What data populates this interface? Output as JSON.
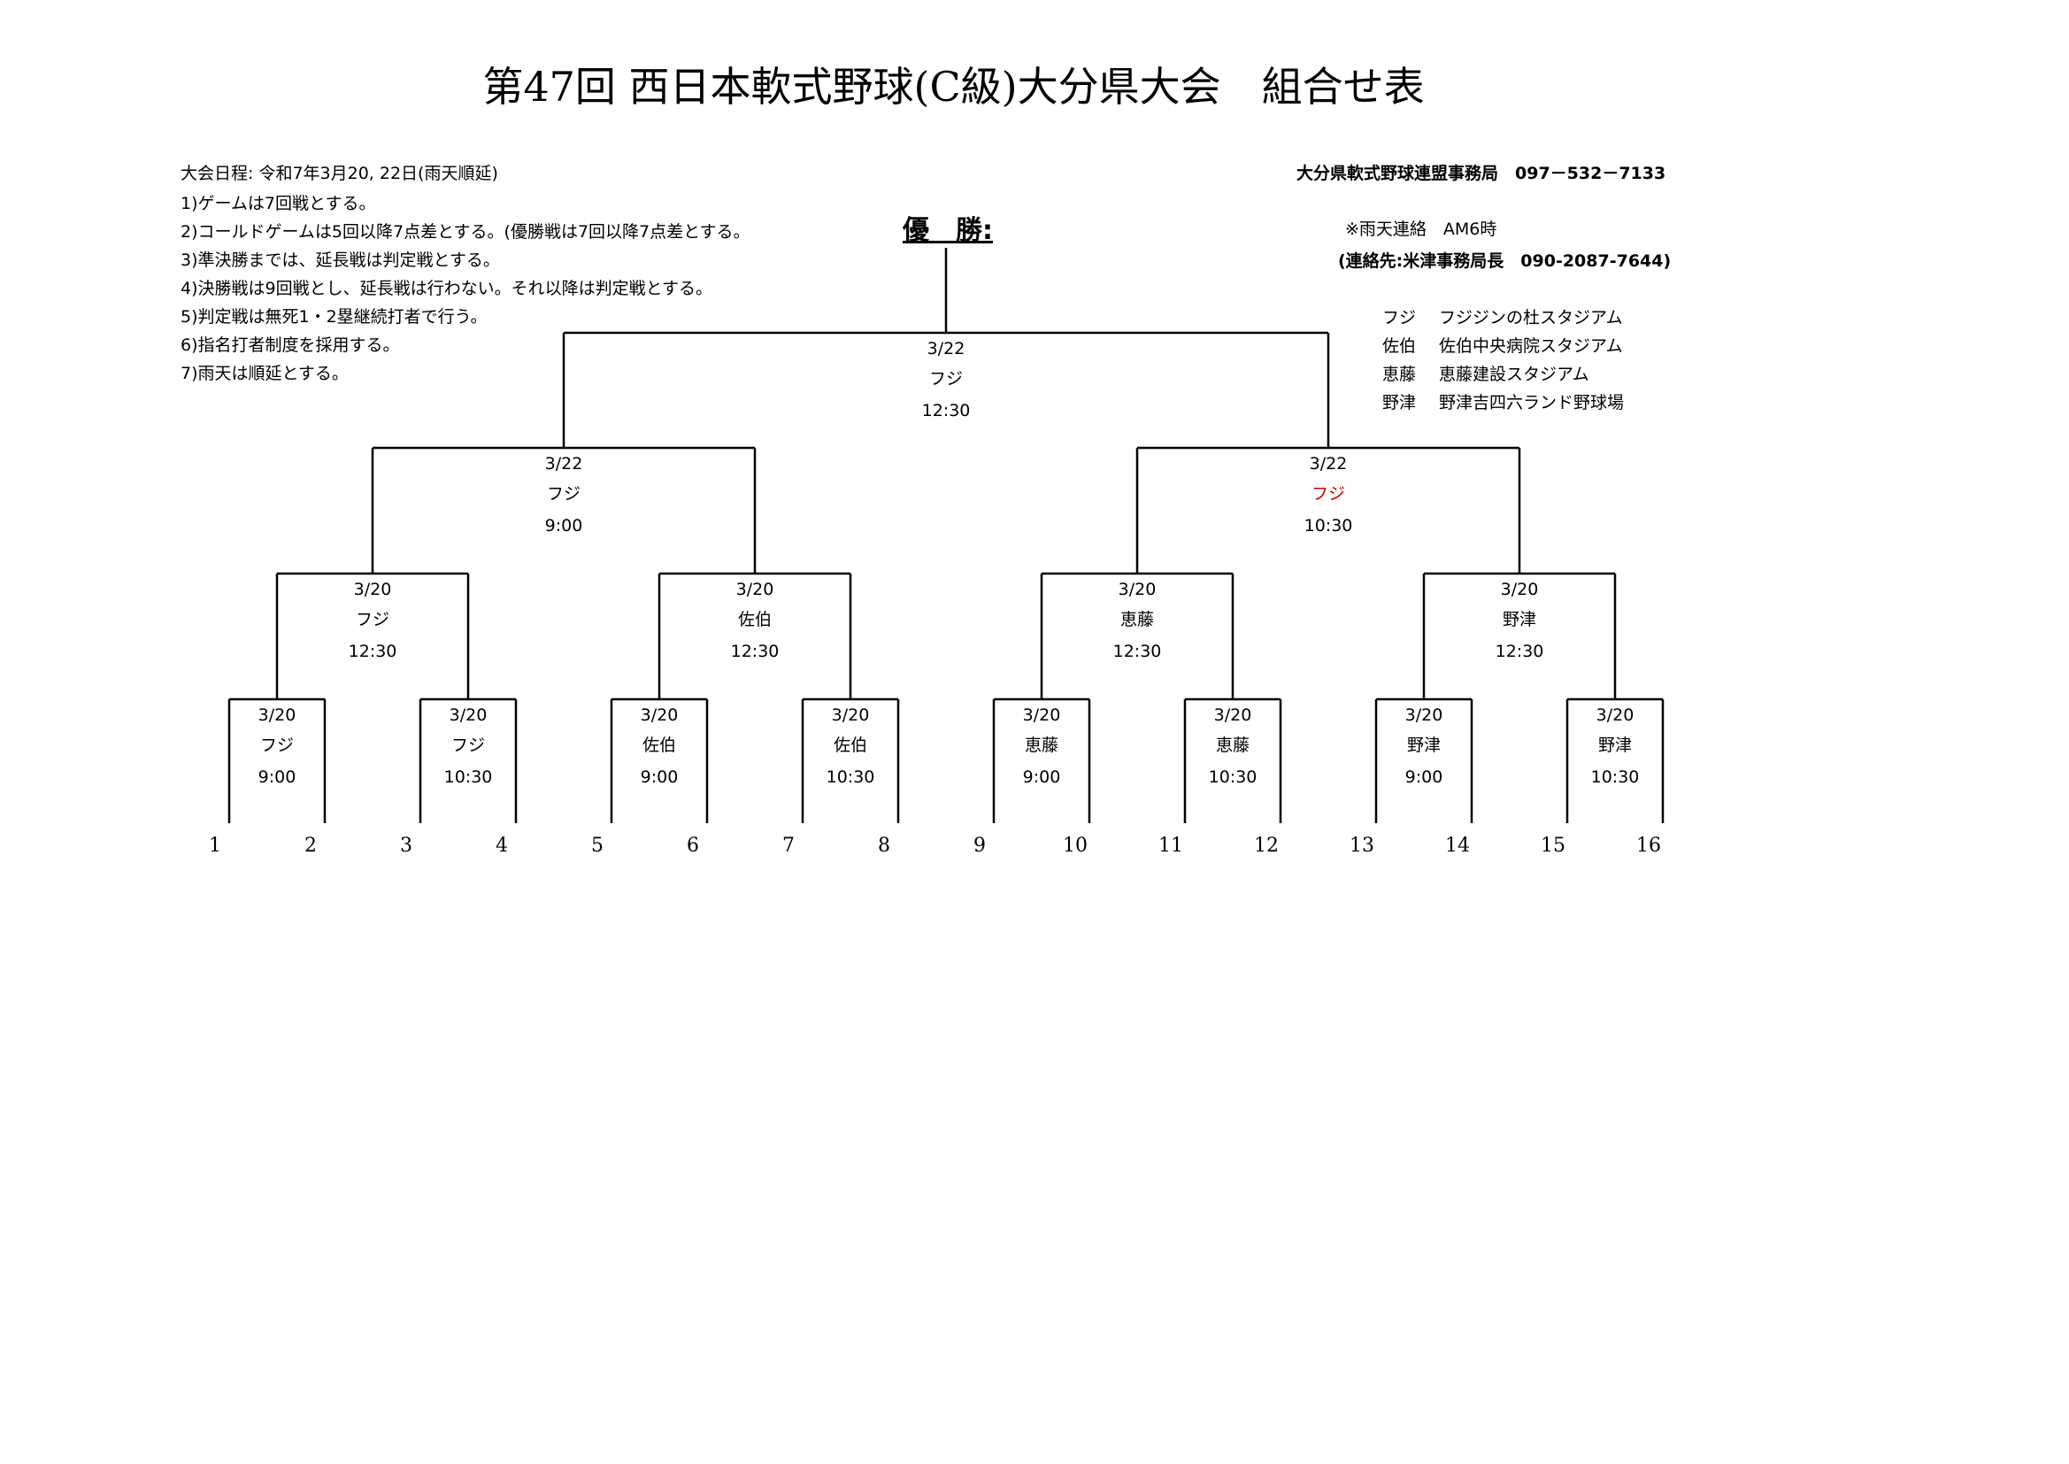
{
  "document": {
    "title": "第47回 西日本軟式野球(C級)大分県大会　組合せ表",
    "schedule": "大会日程: 令和7年3月20, 22日(雨天順延)",
    "rules": [
      "1)ゲームは7回戦とする。",
      "2)コールドゲームは5回以降7点差とする。(優勝戦は7回以降7点差とする。",
      "3)準決勝までは、延長戦は判定戦とする。",
      "4)決勝戦は9回戦とし、延長戦は行わない。それ以降は判定戦とする。",
      "5)判定戦は無死1・2塁継続打者で行う。",
      "6)指名打者制度を採用する。",
      "7)雨天は順延とする。"
    ],
    "office": "大分県軟式野球連盟事務局　097－532－7133",
    "champion_label": "優　勝:",
    "rain_contact": "※雨天連絡　AM6時",
    "contact_person": "(連絡先:米津事務局長　090-2087-7644)",
    "venues": [
      {
        "abbr": "フジ",
        "name": "フジジンの杜スタジアム"
      },
      {
        "abbr": "佐伯",
        "name": "佐伯中央病院スタジアム"
      },
      {
        "abbr": "恵藤",
        "name": "恵藤建設スタジアム"
      },
      {
        "abbr": "野津",
        "name": "野津吉四六ランド野球場"
      }
    ]
  },
  "bracket": {
    "line_color": "#000000",
    "highlight_color": "#cc0000",
    "seeds": [
      "1",
      "2",
      "3",
      "4",
      "5",
      "6",
      "7",
      "8",
      "9",
      "10",
      "11",
      "12",
      "13",
      "14",
      "15",
      "16"
    ],
    "rounds": [
      [
        {
          "date": "3/20",
          "venue": "フジ",
          "time": "9:00"
        },
        {
          "date": "3/20",
          "venue": "フジ",
          "time": "10:30"
        },
        {
          "date": "3/20",
          "venue": "佐伯",
          "time": "9:00"
        },
        {
          "date": "3/20",
          "venue": "佐伯",
          "time": "10:30"
        },
        {
          "date": "3/20",
          "venue": "恵藤",
          "time": "9:00"
        },
        {
          "date": "3/20",
          "venue": "恵藤",
          "time": "10:30"
        },
        {
          "date": "3/20",
          "venue": "野津",
          "time": "9:00"
        },
        {
          "date": "3/20",
          "venue": "野津",
          "time": "10:30"
        }
      ],
      [
        {
          "date": "3/20",
          "venue": "フジ",
          "time": "12:30"
        },
        {
          "date": "3/20",
          "venue": "佐伯",
          "time": "12:30"
        },
        {
          "date": "3/20",
          "venue": "恵藤",
          "time": "12:30"
        },
        {
          "date": "3/20",
          "venue": "野津",
          "time": "12:30"
        }
      ],
      [
        {
          "date": "3/22",
          "venue": "フジ",
          "time": "9:00"
        },
        {
          "date": "3/22",
          "venue": "フジ",
          "time": "10:30",
          "highlight": true
        }
      ],
      [
        {
          "date": "3/22",
          "venue": "フジ",
          "time": "12:30"
        }
      ]
    ]
  }
}
